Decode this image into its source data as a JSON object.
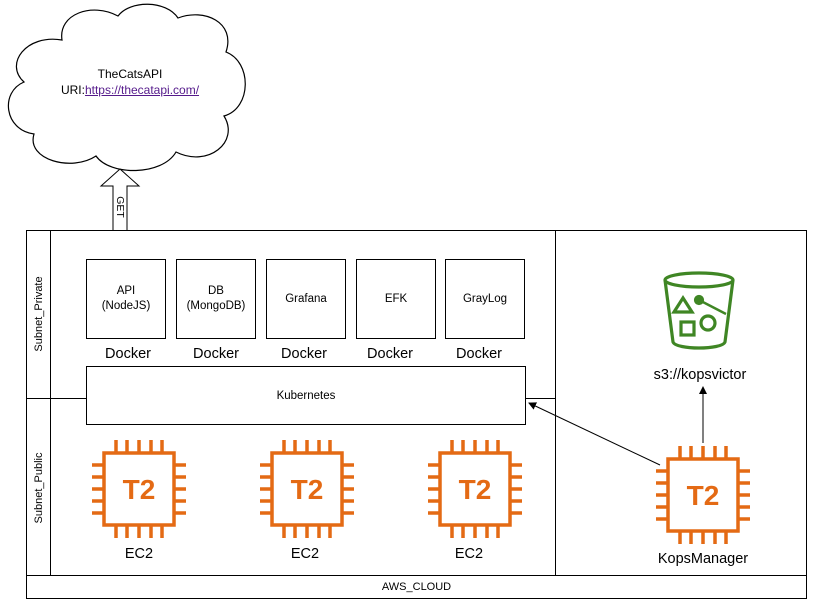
{
  "cloud": {
    "title": "TheCatsAPI",
    "uri_prefix": "URI:",
    "uri_link": "https://thecatapi.com/"
  },
  "arrow_get_label": "GET",
  "subnets": {
    "private_label": "Subnet_Private",
    "public_label": "Subnet_Public"
  },
  "services": [
    {
      "line1": "API",
      "line2": "(NodeJS)",
      "runtime": "Docker"
    },
    {
      "line1": "DB",
      "line2": "(MongoDB)",
      "runtime": "Docker"
    },
    {
      "line1": "Grafana",
      "line2": "",
      "runtime": "Docker"
    },
    {
      "line1": "EFK",
      "line2": "",
      "runtime": "Docker"
    },
    {
      "line1": "GrayLog",
      "line2": "",
      "runtime": "Docker"
    }
  ],
  "kubernetes_label": "Kubernetes",
  "instances": [
    {
      "chip": "T2",
      "label": "EC2"
    },
    {
      "chip": "T2",
      "label": "EC2"
    },
    {
      "chip": "T2",
      "label": "EC2"
    }
  ],
  "s3": {
    "label": "s3://kopsvictor"
  },
  "kops_manager": {
    "chip": "T2",
    "label": "KopsManager"
  },
  "aws_cloud_label": "AWS_CLOUD",
  "colors": {
    "ec2_orange": "#e46a14",
    "s3_green": "#3f8624",
    "link_purple": "#551a8b"
  }
}
